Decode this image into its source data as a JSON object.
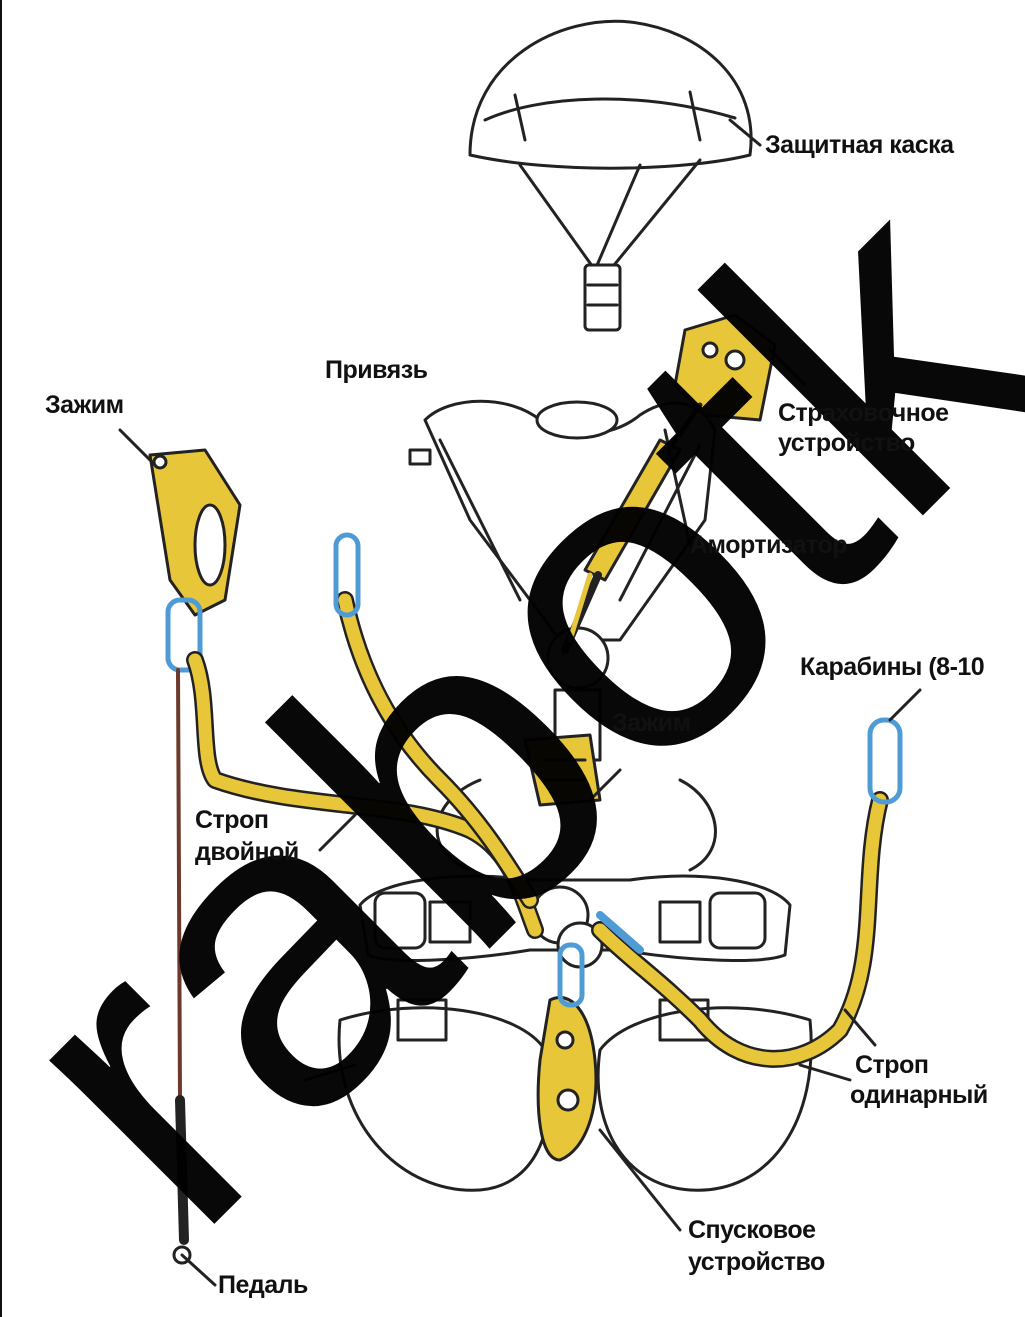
{
  "labels": {
    "helmet": "Защитная каска",
    "harness": "Привязь",
    "ascender_left": "Зажим",
    "belay_line1": "Страховочное",
    "belay_line2": "устройство",
    "shock_absorber": "Амортизатор",
    "carabiners": "Карабины (8-10",
    "ascender_chest": "Зажим",
    "double_lanyard_line1": "Строп",
    "double_lanyard_line2": "двойной",
    "single_lanyard_line1": "Строп",
    "single_lanyard_line2": "одинарный",
    "descender_line1": "Спусковое",
    "descender_line2": "устройство",
    "foot_loop": "Педаль"
  },
  "watermark": {
    "text": "rabotk",
    "color": "#000000"
  },
  "colors": {
    "equipment": "#e8c63a",
    "carabiner": "#4f9bd6",
    "outline": "#222222"
  }
}
